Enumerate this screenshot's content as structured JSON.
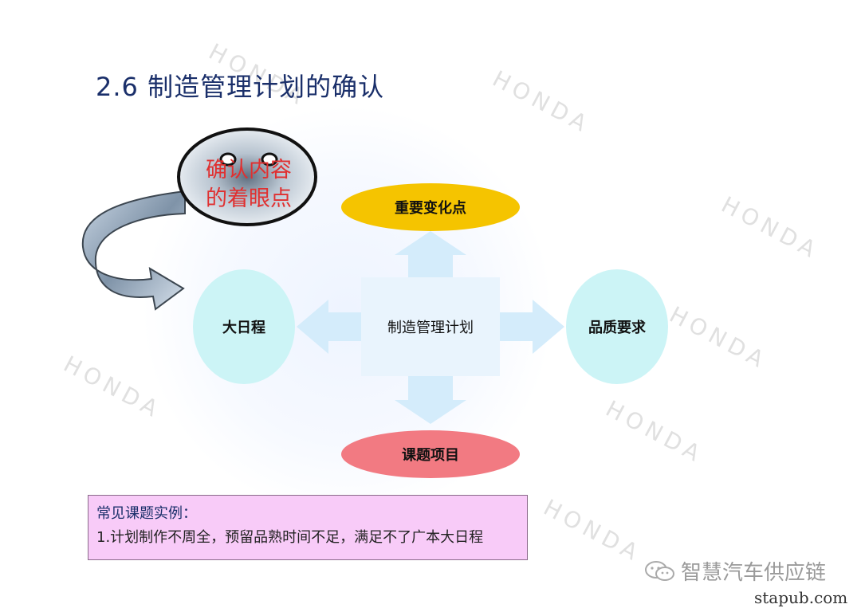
{
  "title": "2.6 制造管理计划的确认",
  "watermark_text": "HONDA",
  "bubble": {
    "line1": "确认内容",
    "line2": "的着眼点"
  },
  "center": {
    "label": "制造管理计划"
  },
  "nodes": {
    "top": {
      "label": "重要变化点",
      "color": "#f5c400"
    },
    "left": {
      "label": "大日程",
      "color": "#ccf4f6"
    },
    "right": {
      "label": "品质要求",
      "color": "#ccf4f6"
    },
    "bottom": {
      "label": "课题项目",
      "color": "#f27a82"
    }
  },
  "note": {
    "heading": "常见课题实例：",
    "item1": "1.计划制作不周全，预留品熟时间不足，满足不了广本大日程"
  },
  "footer": {
    "brand": "智慧汽车供应链",
    "site": "stapub.com"
  },
  "colors": {
    "arrow": "#d4ecfb",
    "center_box": "#e9f4fd",
    "note_bg": "#f8cbf8"
  }
}
